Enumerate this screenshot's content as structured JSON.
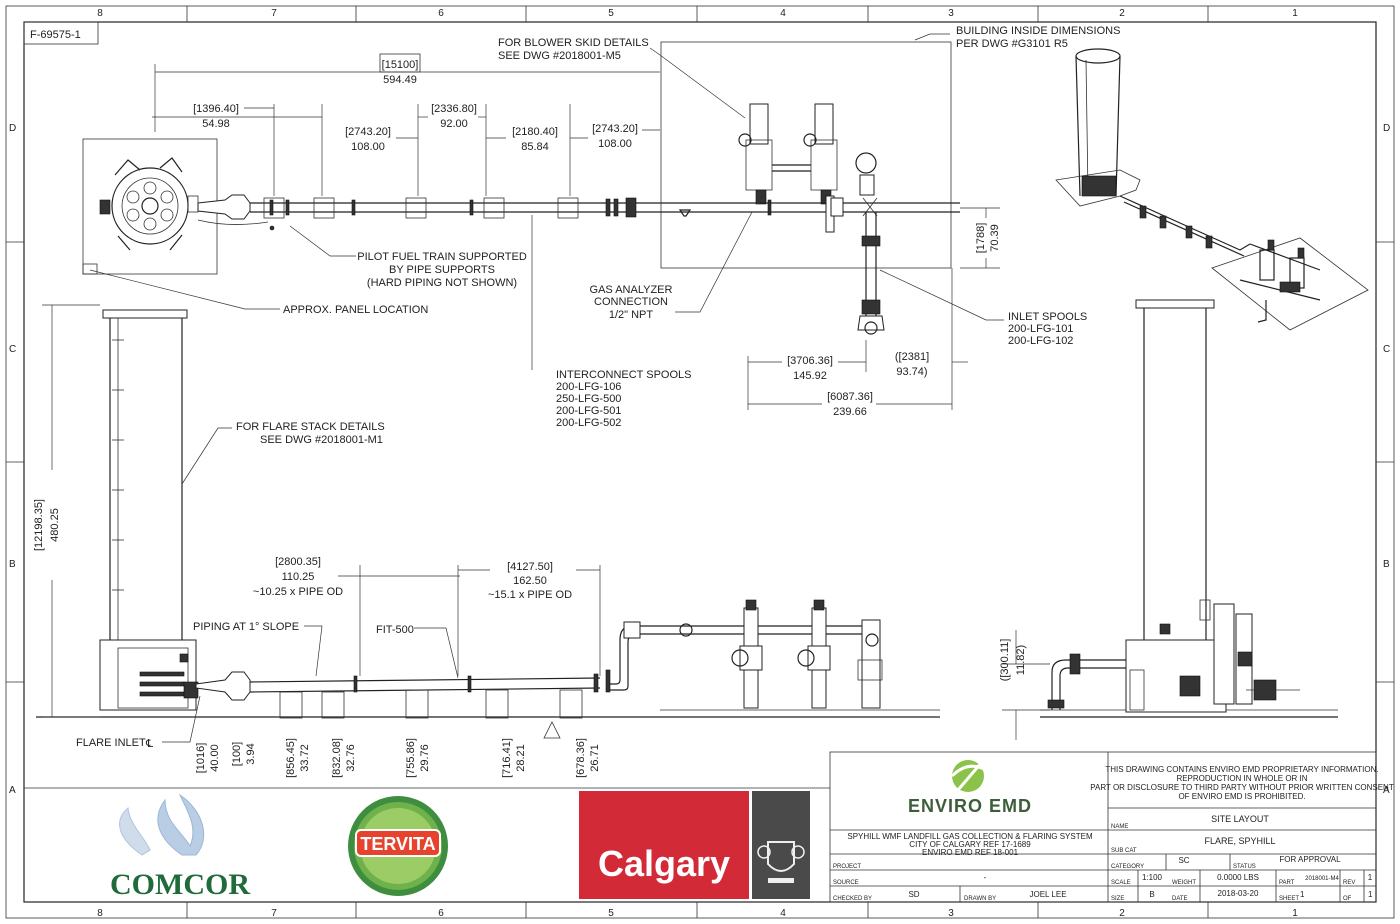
{
  "border": {
    "columns": [
      "8",
      "7",
      "6",
      "5",
      "4",
      "3",
      "2",
      "1"
    ],
    "rows": [
      "D",
      "C",
      "B",
      "A"
    ],
    "drawing_id": "F-69575-1"
  },
  "callouts": {
    "blower_skid": [
      "FOR BLOWER SKID DETAILS",
      "SEE DWG #2018001-M5"
    ],
    "building": [
      "BUILDING INSIDE DIMENSIONS",
      "PER DWG #G3101 R5"
    ],
    "pilot_fuel": [
      "PILOT FUEL TRAIN SUPPORTED",
      "BY PIPE SUPPORTS",
      "(HARD PIPING NOT SHOWN)"
    ],
    "panel": "APPROX. PANEL LOCATION",
    "gas_analyzer": [
      "GAS ANALYZER",
      "CONNECTION",
      "1/2\" NPT"
    ],
    "interconnect": [
      "INTERCONNECT SPOOLS",
      "200-LFG-106",
      "250-LFG-500",
      "200-LFG-501",
      "200-LFG-502"
    ],
    "inlet_spools": [
      "INLET SPOOLS",
      "200-LFG-101",
      "200-LFG-102"
    ],
    "flare_stack": [
      "FOR FLARE STACK DETAILS",
      "SEE DWG #2018001-M1"
    ],
    "slope": "PIPING AT 1° SLOPE",
    "fit": "FIT-500",
    "flare_inlet": "FLARE INLET",
    "centerline": "℄"
  },
  "plan_dims": {
    "overall": [
      "[15100]",
      "594.49"
    ],
    "d1": [
      "[1396.40]",
      "54.98"
    ],
    "d2": [
      "[2743.20]",
      "108.00"
    ],
    "d3": [
      "[2336.80]",
      "92.00"
    ],
    "d4": [
      "[2180.40]",
      "85.84"
    ],
    "d5": [
      "[2743.20]",
      "108.00"
    ],
    "d6": [
      "[3706.36]",
      "145.92"
    ],
    "d7": [
      "([2381]",
      "93.74)"
    ],
    "d8": [
      "[6087.36]",
      "239.66"
    ],
    "d9": [
      "[1788]",
      "70.39"
    ]
  },
  "elev_dims": {
    "stack_height": [
      "[12198.35]",
      "480.25"
    ],
    "run1": [
      "[2800.35]",
      "110.25",
      "~10.25 x PIPE OD"
    ],
    "run2": [
      "[4127.50]",
      "162.50",
      "~15.1 x PIPE OD"
    ],
    "h_right": [
      "([300.11]",
      "11.82)"
    ],
    "supports": [
      [
        "[1016]",
        "40.00"
      ],
      [
        "[100]",
        "3.94"
      ],
      [
        "[856.45]",
        "33.72"
      ],
      [
        "[832.08]",
        "32.76"
      ],
      [
        "[755.86]",
        "29.76"
      ],
      [
        "[716.41]",
        "28.21"
      ],
      [
        "[678.36]",
        "26.71"
      ]
    ]
  },
  "logos": {
    "comcor": "COMCOR",
    "tervita": "TERVITA",
    "calgary": "Calgary",
    "enviro": "ENVIRO EMD"
  },
  "title_block": {
    "proprietary": [
      "THIS DRAWING CONTAINS ENVIRO EMD PROPRIETARY INFORMATION.",
      "REPRODUCTION IN WHOLE OR IN",
      "PART OR DISCLOSURE TO THIRD PARTY WITHOUT PRIOR WRITTEN CONSENT",
      "OF ENVIRO EMD IS PROHIBITED."
    ],
    "name_value": "SITE LAYOUT",
    "name_label": "NAME",
    "subcat_value": "FLARE, SPYHILL",
    "subcat_label": "SUB CAT",
    "project_lines": [
      "SPYHILL WMF LANDFILL GAS COLLECTION & FLARING SYSTEM",
      "CITY OF CALGARY REF 17-1689",
      "ENVIRO EMD REF 18-001"
    ],
    "project_label": "PROJECT",
    "category_label": "CATEGORY",
    "category_value": "SC",
    "status_label": "STATUS",
    "status_value": "FOR APPROVAL",
    "source_label": "SOURCE",
    "source_value": "-",
    "scale_label": "SCALE",
    "scale_value": "1:100",
    "weight_label": "WEIGHT",
    "weight_value": "0.0000 LBS",
    "part_label": "PART",
    "part_value": "2018001-M4",
    "rev_label": "REV",
    "rev_value": "1",
    "checked_label": "CHECKED BY",
    "checked_value": "SD",
    "drawn_label": "DRAWN BY",
    "drawn_value": "JOEL LEE",
    "size_label": "SIZE",
    "size_value": "B",
    "date_label": "DATE",
    "date_value": "2018-03-20",
    "sheet_label": "SHEET",
    "sheet_value": "1",
    "of_label": "OF",
    "of_value": "1"
  }
}
